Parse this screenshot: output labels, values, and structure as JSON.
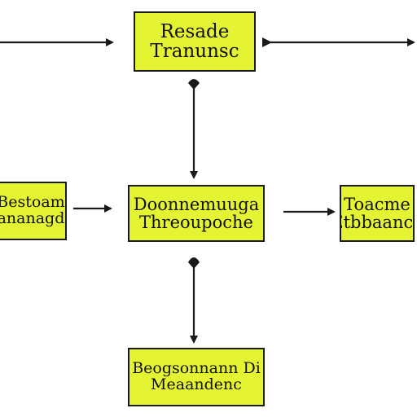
{
  "colors": {
    "box_fill": "#e4f432",
    "stroke": "#1a1a1a",
    "text": "#111111"
  },
  "nodes": {
    "top": {
      "line1": "Resade",
      "line2": "Tranunsc"
    },
    "left": {
      "line1": "Bestoam",
      "line2": "ananagd"
    },
    "center": {
      "line1": "Doonnemuuga",
      "line2": "Threoupoche"
    },
    "right": {
      "line1": "Toacme",
      "line2": "Etbbaanca"
    },
    "bottom": {
      "line1": "Beogsonnann Di",
      "line2": "Meaandenc"
    }
  }
}
